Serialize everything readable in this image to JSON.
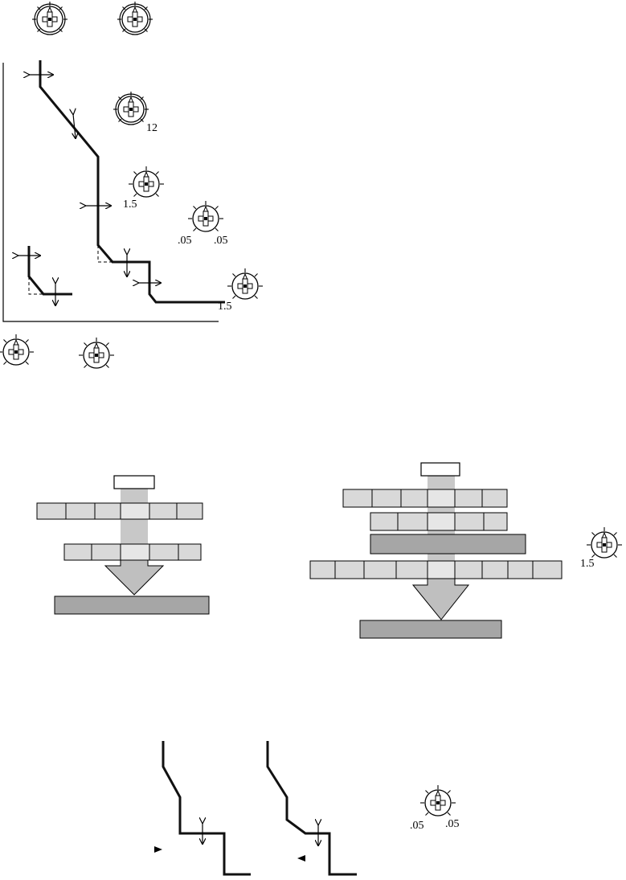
{
  "diagram": {
    "labels": {
      "dial_top_value": "12",
      "dial_mid_value": "1.5",
      "dial_small_left": ".05",
      "dial_small_right": ".05",
      "dial_bottom_value": "1.5",
      "dial_right_value": "1.5",
      "dial_lower_left": ".05",
      "dial_lower_right": ".05"
    },
    "colors": {
      "line": "#1a1a1a",
      "block_fill": "#d9d9d9",
      "block_dark": "#a6a6a6",
      "arrow_fill": "#bfbfbf"
    }
  }
}
